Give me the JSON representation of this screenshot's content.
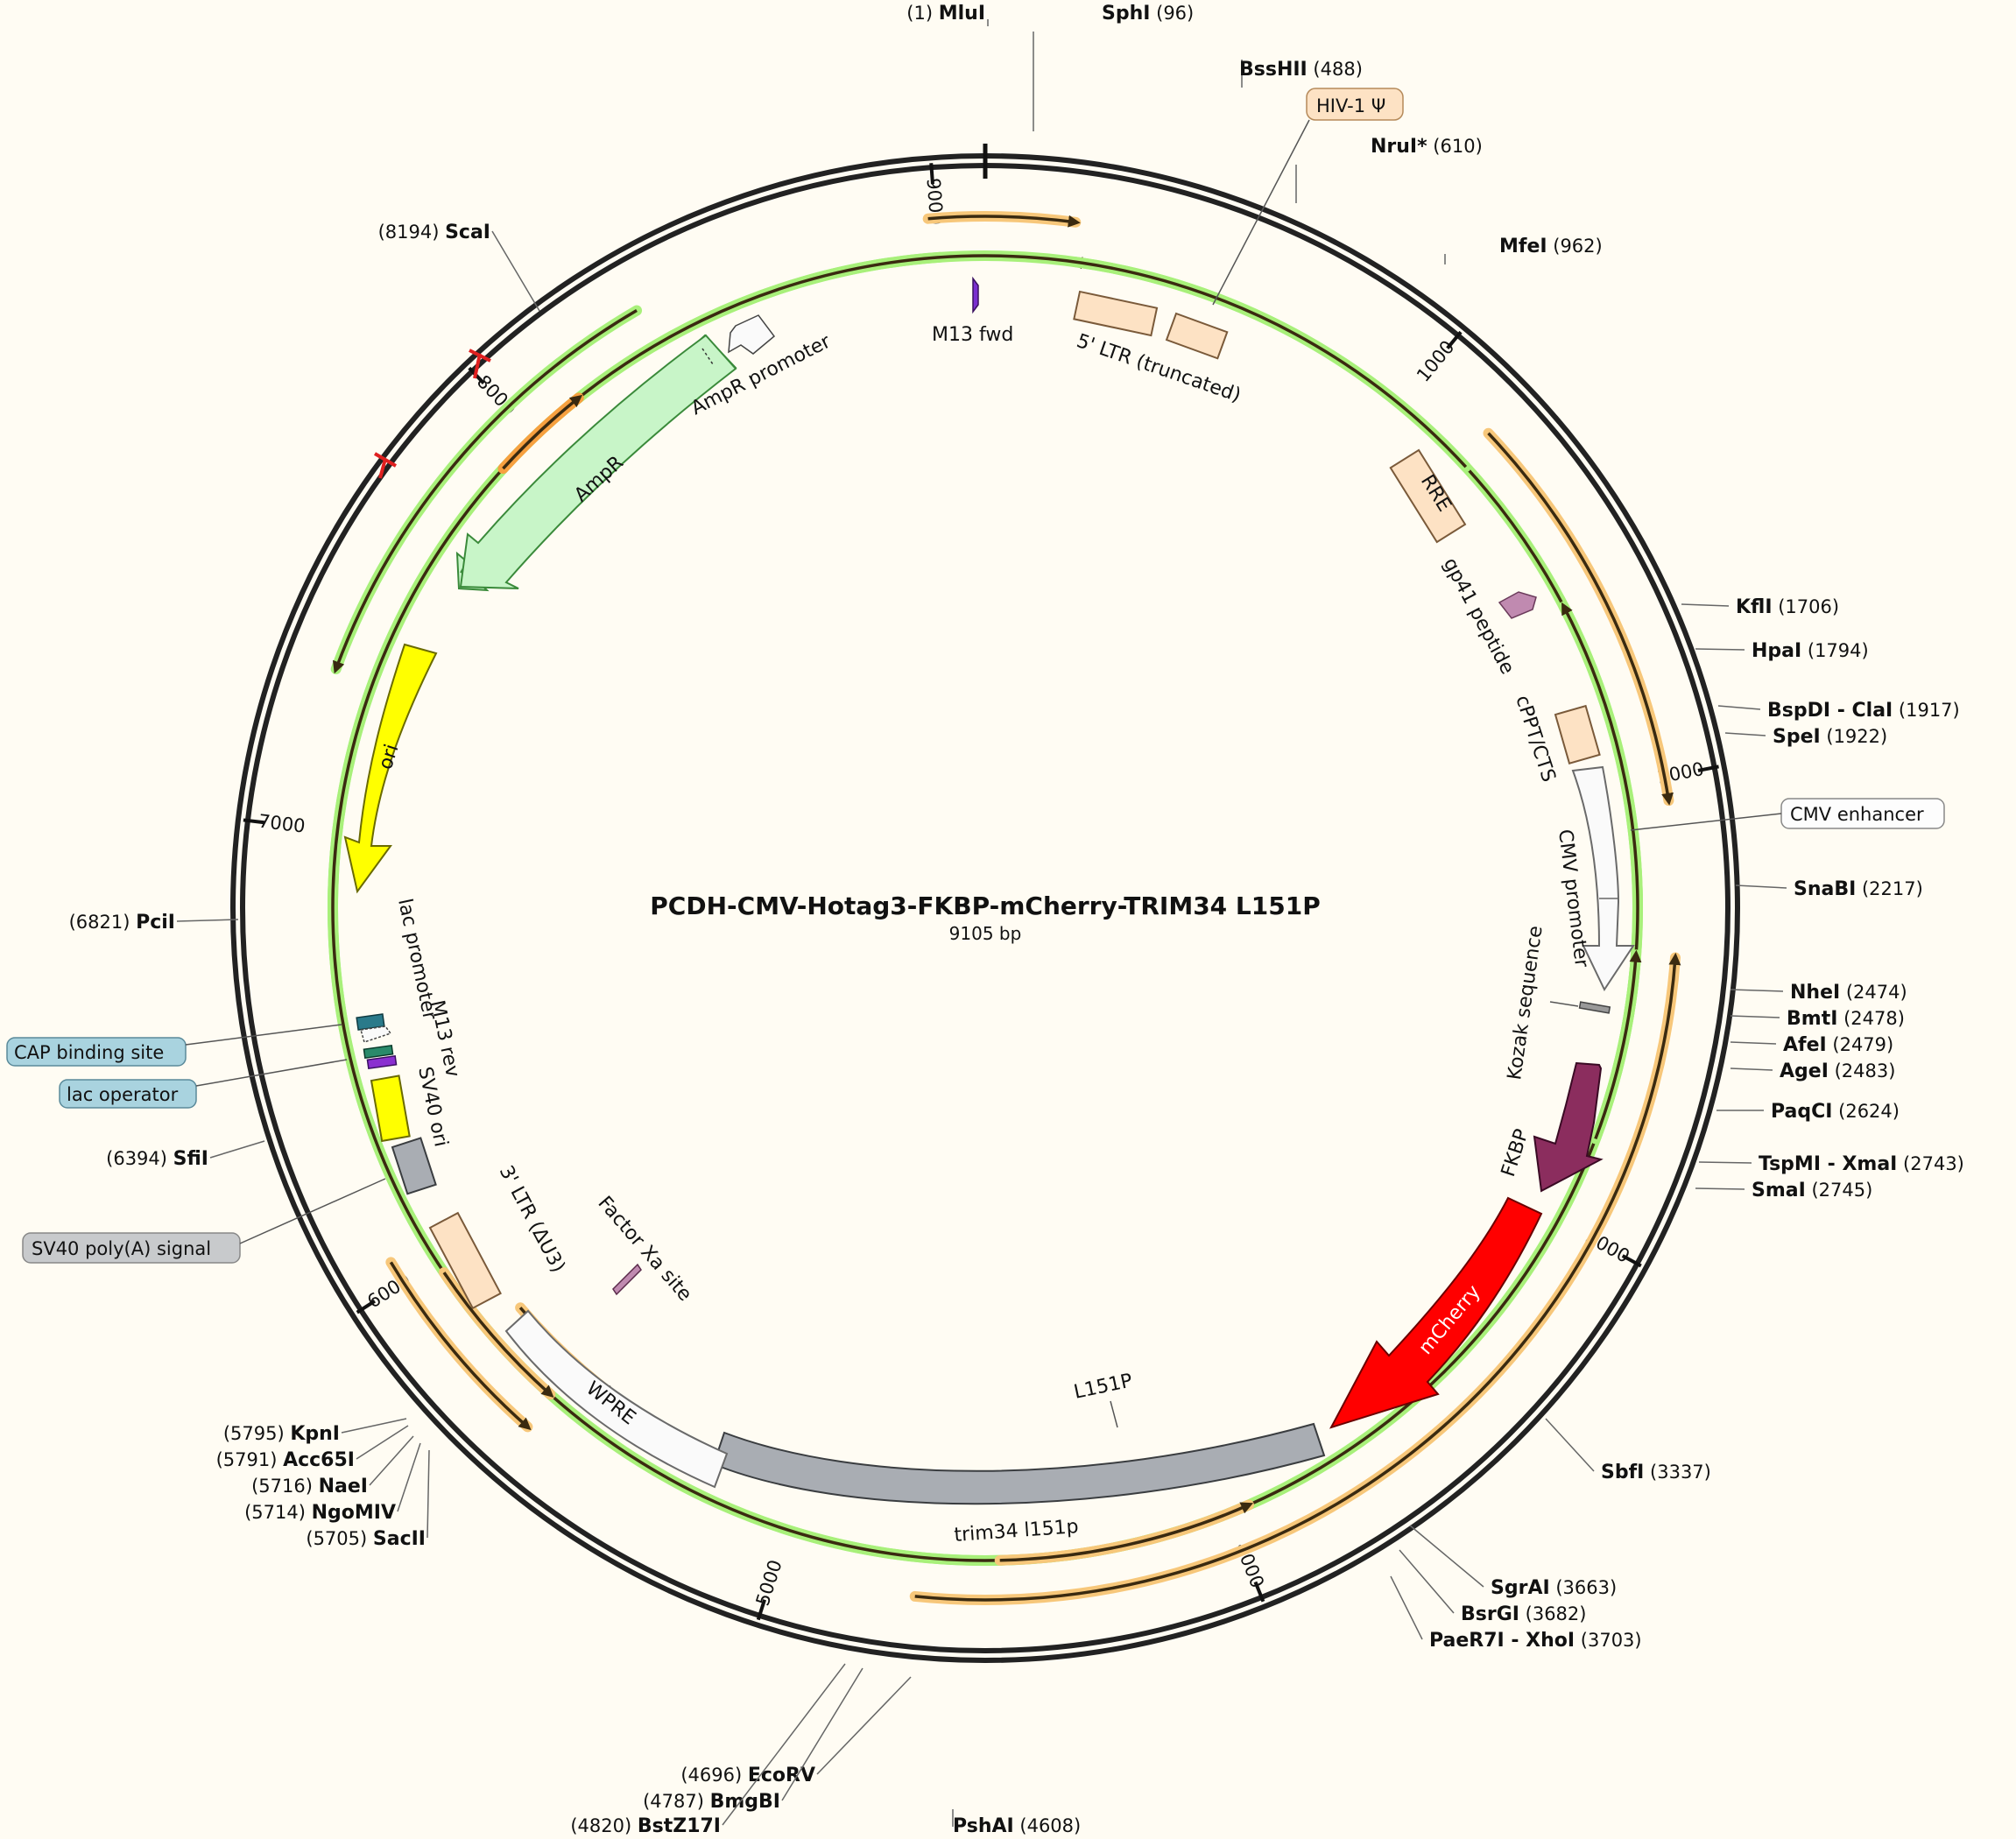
{
  "plasmid": {
    "name": "PCDH-CMV-Hotag3-FKBP-mCherry-TRIM34 L151P",
    "length_label": "9105 bp",
    "length": 9105
  },
  "ticks": [
    "1000",
    "2000",
    "3000",
    "4000",
    "5000",
    "6000",
    "7000",
    "8000",
    "9000"
  ],
  "sites": [
    {
      "name": "MluI",
      "pos": "(1)"
    },
    {
      "name": "SphI",
      "pos": "(96)"
    },
    {
      "name": "BssHII",
      "pos": "(488)"
    },
    {
      "name": "NruI*",
      "pos": "(610)"
    },
    {
      "name": "MfeI",
      "pos": "(962)"
    },
    {
      "name": "KflI",
      "pos": "(1706)"
    },
    {
      "name": "HpaI",
      "pos": "(1794)"
    },
    {
      "name": "BspDI - ClaI",
      "pos": "(1917)"
    },
    {
      "name": "SpeI",
      "pos": "(1922)"
    },
    {
      "name": "SnaBI",
      "pos": "(2217)"
    },
    {
      "name": "NheI",
      "pos": "(2474)"
    },
    {
      "name": "BmtI",
      "pos": "(2478)"
    },
    {
      "name": "AfeI",
      "pos": "(2479)"
    },
    {
      "name": "AgeI",
      "pos": "(2483)"
    },
    {
      "name": "PaqCI",
      "pos": "(2624)"
    },
    {
      "name": "TspMI - XmaI",
      "pos": "(2743)"
    },
    {
      "name": "SmaI",
      "pos": "(2745)"
    },
    {
      "name": "SbfI",
      "pos": "(3337)"
    },
    {
      "name": "SgrAI",
      "pos": "(3663)"
    },
    {
      "name": "BsrGI",
      "pos": "(3682)"
    },
    {
      "name": "PaeR7I - XhoI",
      "pos": "(3703)"
    },
    {
      "name": "PshAI",
      "pos": "(4608)"
    },
    {
      "name": "EcoRV",
      "pos": "(4696)"
    },
    {
      "name": "BmgBI",
      "pos": "(4787)"
    },
    {
      "name": "BstZ17I",
      "pos": "(4820)"
    },
    {
      "name": "SacII",
      "pos": "(5705)"
    },
    {
      "name": "NgoMIV",
      "pos": "(5714)"
    },
    {
      "name": "NaeI",
      "pos": "(5716)"
    },
    {
      "name": "Acc65I",
      "pos": "(5791)"
    },
    {
      "name": "KpnI",
      "pos": "(5795)"
    },
    {
      "name": "SfiI",
      "pos": "(6394)"
    },
    {
      "name": "PciI",
      "pos": "(6821)"
    },
    {
      "name": "ScaI",
      "pos": "(8194)"
    }
  ],
  "features": {
    "hiv_psi": "HIV-1 Ψ",
    "ltr5": "5' LTR (truncated)",
    "m13fwd": "M13 fwd",
    "rre": "RRE",
    "gp41": "gp41 peptide",
    "cppt": "cPPT/CTS",
    "cmv_enhancer": "CMV enhancer",
    "cmv_promoter": "CMV promoter",
    "kozak": "Kozak sequence",
    "fkbp": "FKBP",
    "mcherry": "mCherry",
    "l151p": "L151P",
    "trim34": "trim34 l151p",
    "wpre": "WPRE",
    "factor_xa": "Factor Xa site",
    "ltr3": "3' LTR (ΔU3)",
    "sv40_polya": "SV40 poly(A) signal",
    "sv40_ori": "SV40 ori",
    "m13rev": "M13 rev",
    "lac_operator": "lac operator",
    "cap_site": "CAP binding site",
    "lac_promoter": "lac promoter",
    "ori": "ori",
    "ampr": "AmpR",
    "ampr_promoter": "AmpR promoter"
  },
  "colors": {
    "background": "#fffcf3",
    "backbone": "#222222",
    "ltr": "#fde2c4",
    "amp": "#c8f5c8",
    "ori": "#ffff00",
    "fkbp": "#8b2d5e",
    "mcherry": "#ff0000",
    "trim34": "#a9adb3",
    "orf_orange": "#f7c77a",
    "orf_green": "#a8f07a",
    "lac_box": "#a9d3df",
    "gray_box": "#c8cacc"
  }
}
